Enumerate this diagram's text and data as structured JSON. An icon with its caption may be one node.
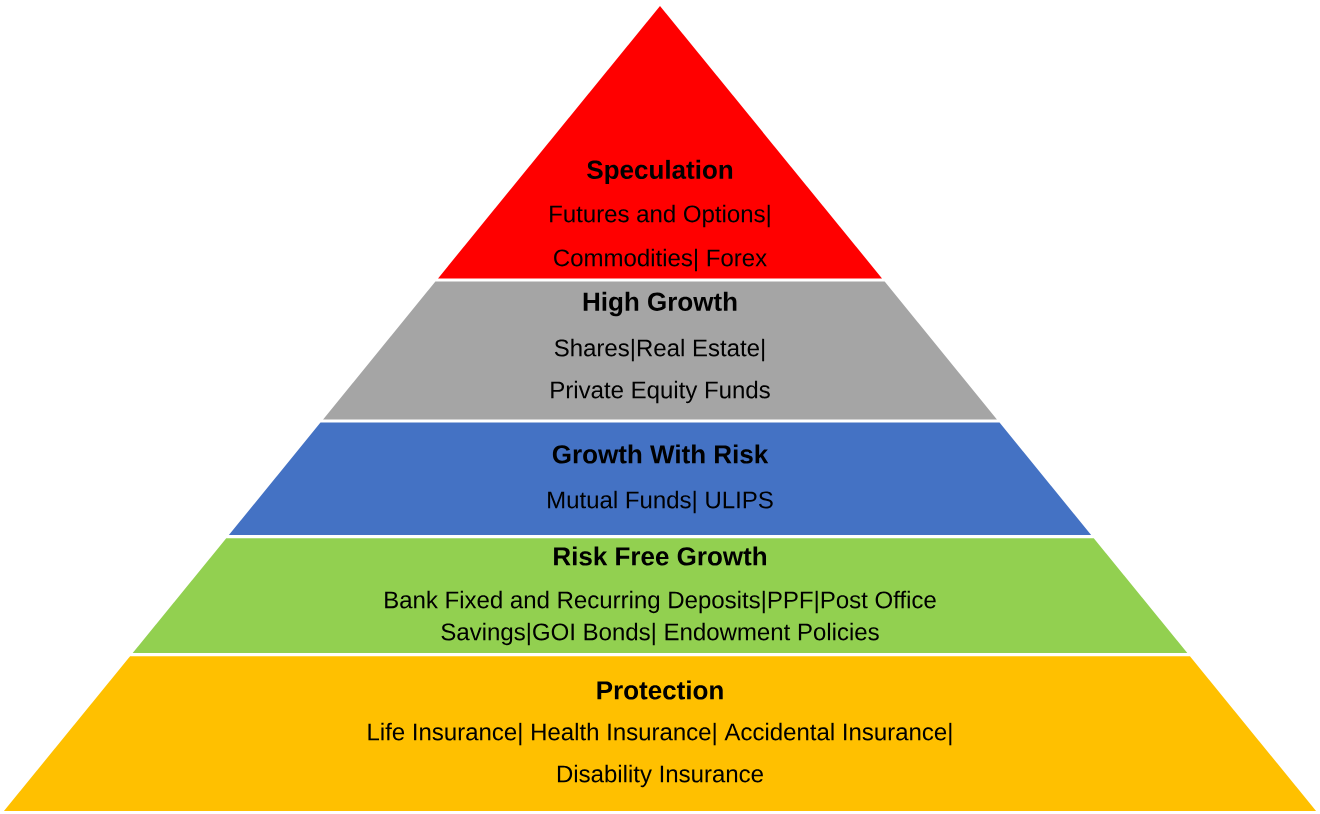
{
  "diagram": {
    "nodes": [
      {
        "text": [
          "Speculation",
          "Futures and Options| Commodities| Forex"
        ]
      },
      {
        "text": [
          "High Growth",
          "Shares|Real Estate| Private Equity Funds"
        ]
      },
      {
        "text": [
          "Growth With Risk",
          "Mutual Funds| ULIPS"
        ]
      },
      {
        "text": [
          "Risk Free Growth",
          "Bank Fixed and Recurring Deposits|PPF|Post Office Savings|GOI Bonds| Endowment Policies"
        ]
      },
      {
        "text": [
          "Protection",
          "Life Insurance| Health Insurance| Accidental Insurance| Disability Insurance"
        ]
      }
    ]
  }
}
